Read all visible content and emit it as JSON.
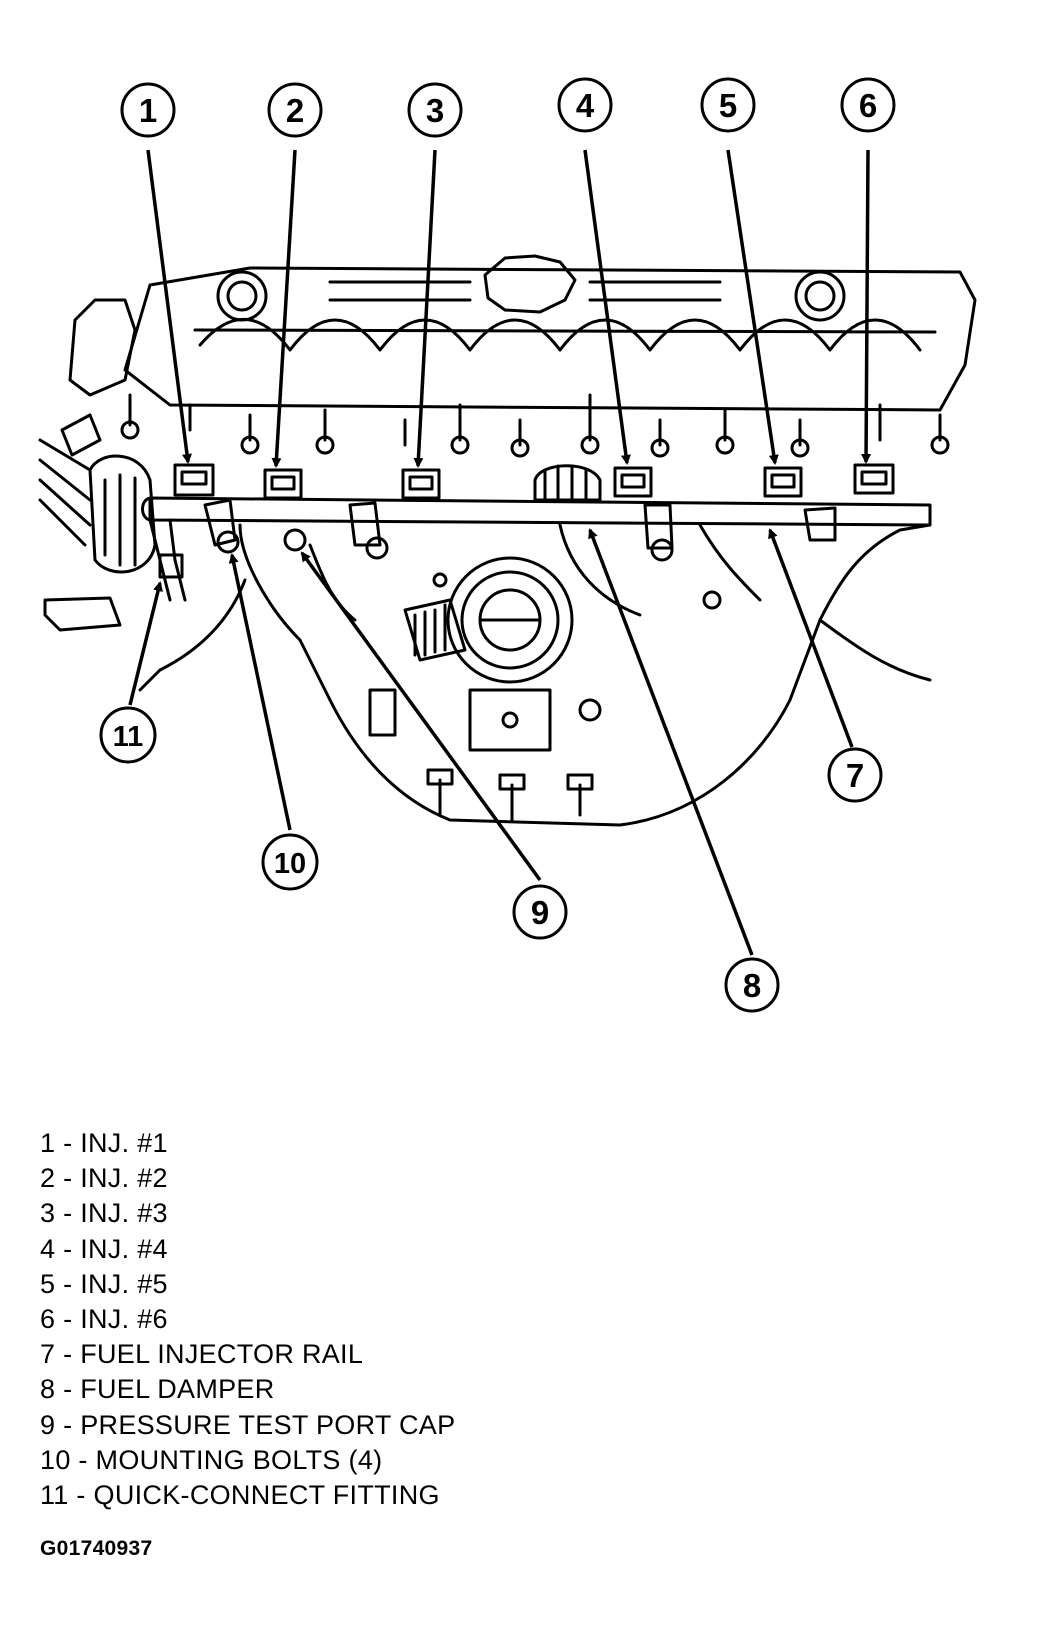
{
  "callouts": [
    {
      "n": "1"
    },
    {
      "n": "2"
    },
    {
      "n": "3"
    },
    {
      "n": "4"
    },
    {
      "n": "5"
    },
    {
      "n": "6"
    },
    {
      "n": "7"
    },
    {
      "n": "8"
    },
    {
      "n": "9"
    },
    {
      "n": "10"
    },
    {
      "n": "11"
    }
  ],
  "legend": [
    {
      "text": "1 - INJ. #1"
    },
    {
      "text": "2 - INJ. #2"
    },
    {
      "text": "3 - INJ. #3"
    },
    {
      "text": "4 - INJ. #4"
    },
    {
      "text": "5 - INJ. #5"
    },
    {
      "text": "6 - INJ. #6"
    },
    {
      "text": "7 - FUEL INJECTOR RAIL"
    },
    {
      "text": "8 - FUEL DAMPER"
    },
    {
      "text": "9 - PRESSURE TEST PORT CAP"
    },
    {
      "text": "10 - MOUNTING BOLTS (4)"
    },
    {
      "text": "11 - QUICK-CONNECT FITTING"
    }
  ],
  "figure_id": "G01740937",
  "colors": {
    "ink": "#000000",
    "paper": "#ffffff"
  }
}
